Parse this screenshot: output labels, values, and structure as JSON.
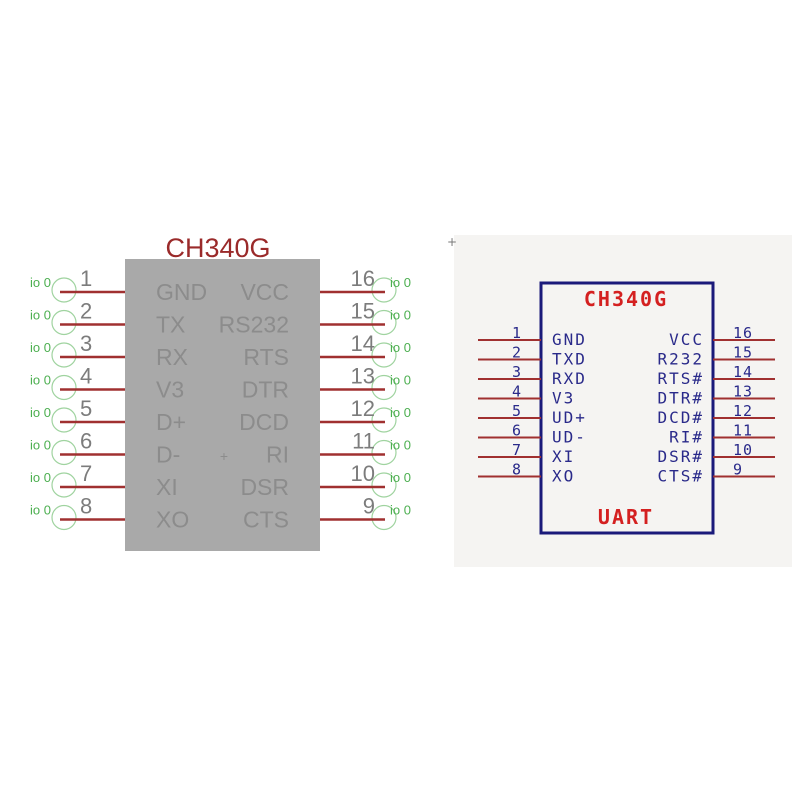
{
  "left_symbol": {
    "title": "CH340G",
    "io_label": "io 0",
    "center_marker": "+",
    "left_pins": [
      {
        "num": "1",
        "name": "GND"
      },
      {
        "num": "2",
        "name": "TX"
      },
      {
        "num": "3",
        "name": "RX"
      },
      {
        "num": "4",
        "name": "V3"
      },
      {
        "num": "5",
        "name": "D+"
      },
      {
        "num": "6",
        "name": "D-"
      },
      {
        "num": "7",
        "name": "XI"
      },
      {
        "num": "8",
        "name": "XO"
      }
    ],
    "right_pins": [
      {
        "num": "16",
        "name": "VCC"
      },
      {
        "num": "15",
        "name": "RS232"
      },
      {
        "num": "14",
        "name": "RTS"
      },
      {
        "num": "13",
        "name": "DTR"
      },
      {
        "num": "12",
        "name": "DCD"
      },
      {
        "num": "11",
        "name": "RI"
      },
      {
        "num": "10",
        "name": "DSR"
      },
      {
        "num": "9",
        "name": "CTS"
      }
    ],
    "colors": {
      "body": "#a9a9a9",
      "pin": "#a03030",
      "io": "#4caf50",
      "title": "#9a2a2a"
    }
  },
  "right_symbol": {
    "title": "CH340G",
    "subtitle": "UART",
    "left_pins": [
      {
        "num": "1",
        "name": "GND"
      },
      {
        "num": "2",
        "name": "TXD"
      },
      {
        "num": "3",
        "name": "RXD"
      },
      {
        "num": "4",
        "name": "V3"
      },
      {
        "num": "5",
        "name": "UD+"
      },
      {
        "num": "6",
        "name": "UD-"
      },
      {
        "num": "7",
        "name": "XI"
      },
      {
        "num": "8",
        "name": "XO"
      }
    ],
    "right_pins": [
      {
        "num": "16",
        "name": "VCC"
      },
      {
        "num": "15",
        "name": "R232"
      },
      {
        "num": "14",
        "name": "RTS#"
      },
      {
        "num": "13",
        "name": "DTR#"
      },
      {
        "num": "12",
        "name": "DCD#"
      },
      {
        "num": "11",
        "name": "RI#"
      },
      {
        "num": "10",
        "name": "DSR#"
      },
      {
        "num": "9",
        "name": "CTS#"
      }
    ],
    "colors": {
      "border": "#1a1a7a",
      "pin": "#a03030",
      "title": "#d42020",
      "text": "#2a2a8a",
      "panel": "#f5f4f2"
    }
  }
}
